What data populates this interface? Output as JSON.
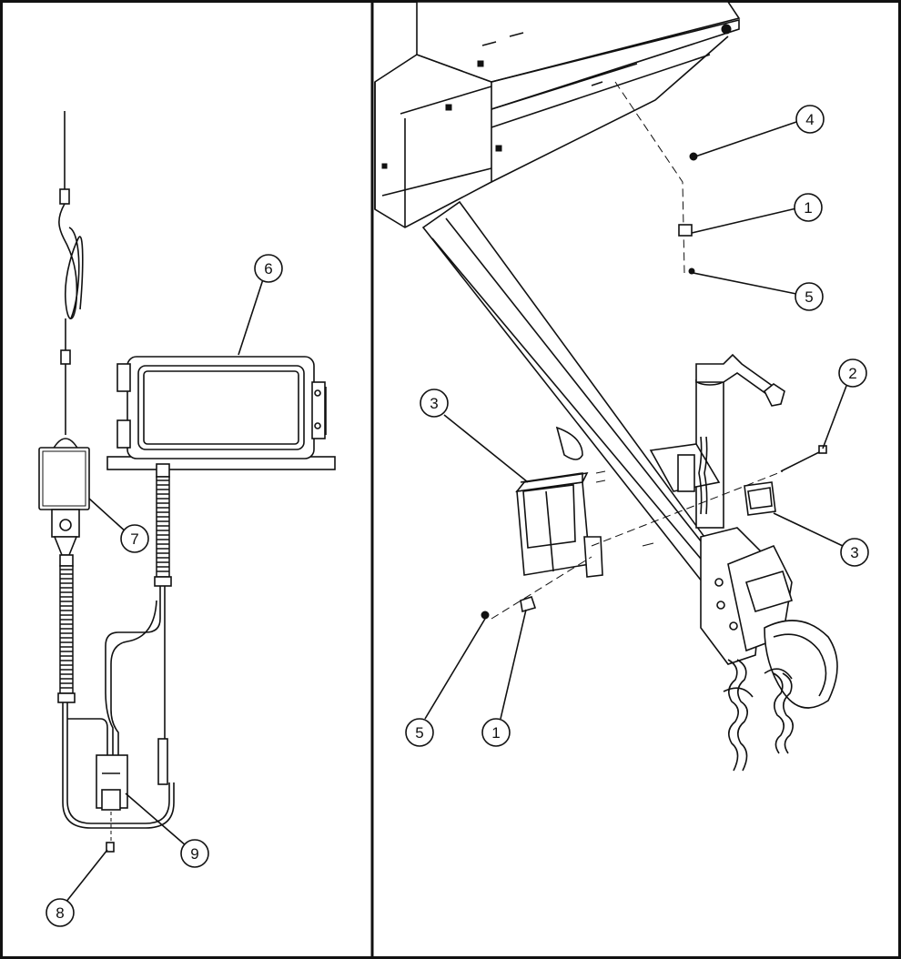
{
  "diagram": {
    "colors": {
      "line": "#111111",
      "background": "#ffffff",
      "panel_fill": "#e8e8e8"
    },
    "left_panel": {
      "callouts": [
        {
          "id": "c6",
          "label": "6",
          "part": "wireless-receiver-box"
        },
        {
          "id": "c7",
          "label": "7",
          "part": "antenna-control-module"
        },
        {
          "id": "c8",
          "label": "8",
          "part": "cable-end-connector"
        },
        {
          "id": "c9",
          "label": "9",
          "part": "harness-plug"
        }
      ]
    },
    "right_panel": {
      "callouts": [
        {
          "id": "c4",
          "label": "4",
          "part": "mounting-bolt"
        },
        {
          "id": "c1a",
          "label": "1",
          "part": "mounting-clip-upper"
        },
        {
          "id": "c5a",
          "label": "5",
          "part": "nut-upper"
        },
        {
          "id": "c2",
          "label": "2",
          "part": "long-bolt"
        },
        {
          "id": "c3a",
          "label": "3",
          "part": "battery-box"
        },
        {
          "id": "c3b",
          "label": "3",
          "part": "small-switch-box"
        },
        {
          "id": "c5b",
          "label": "5",
          "part": "nut-lower"
        },
        {
          "id": "c1b",
          "label": "1",
          "part": "mounting-clip-lower"
        }
      ]
    }
  }
}
